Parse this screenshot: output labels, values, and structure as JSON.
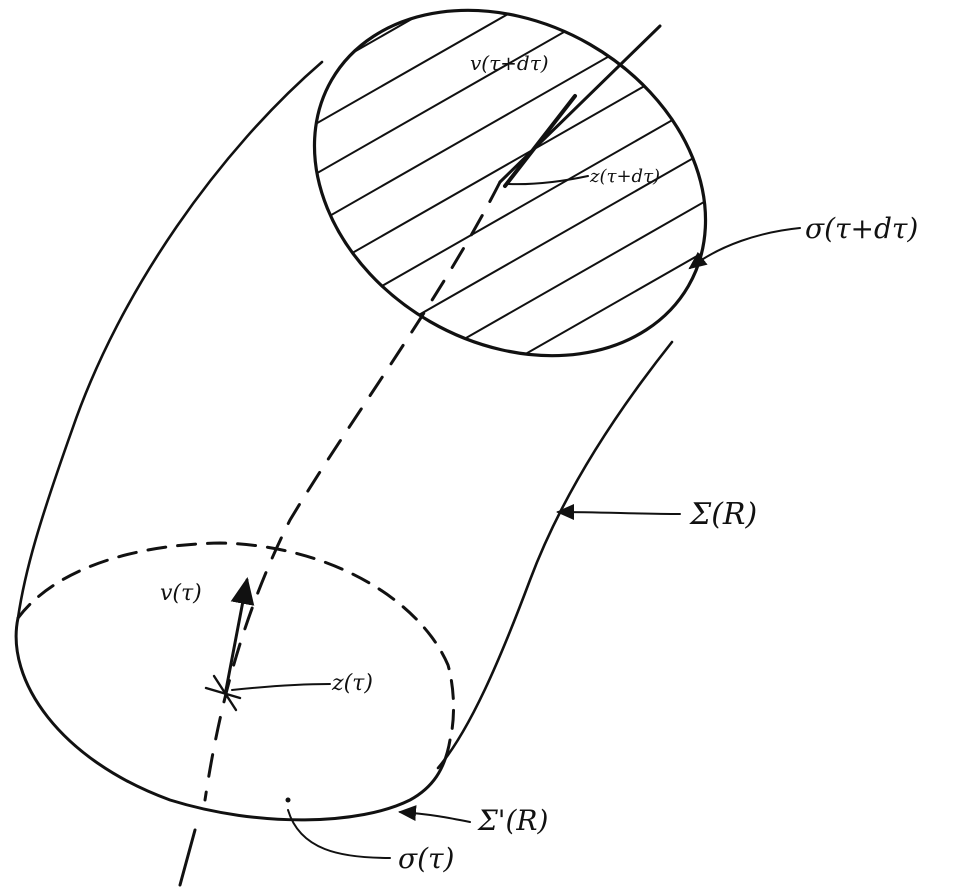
{
  "labels": {
    "v_tau_dtau": "v(τ+dτ)",
    "z_tau_dtau": "z(τ+dτ)",
    "sigma_tau_dtau": "σ(τ+dτ)",
    "Sigma_R": "Σ(R)",
    "v_tau": "v(τ)",
    "z_tau": "z(τ)",
    "Sigma_prime_R": "Σ'(R)",
    "sigma_tau": "σ(τ)"
  },
  "colors": {
    "ink": "#111111",
    "paper": "#ffffff"
  }
}
